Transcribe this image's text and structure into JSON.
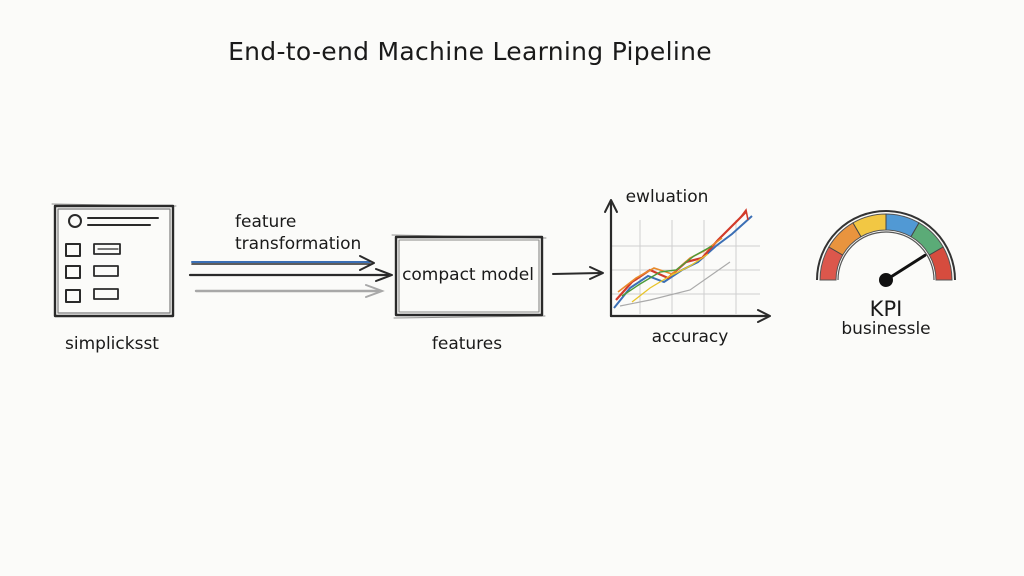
{
  "title": "End-to-end Machine Learning Pipeline",
  "stages": {
    "data": {
      "label": "simplicksst"
    },
    "transform": {
      "label_line1": "feature",
      "label_line2": "transformation"
    },
    "model": {
      "box_label": "compact model",
      "sub_label": "features"
    },
    "evaluation": {
      "top_label": "ewluation",
      "bottom_label": "accuracy"
    },
    "kpi": {
      "label": "KPI",
      "sub_label": "businessle"
    }
  },
  "colors": {
    "ink": "#1a1a1a",
    "pencil_gray": "#9a9a9a",
    "blue": "#3b6fb5",
    "red": "#d23a2a",
    "orange": "#e8892a",
    "yellow": "#e8c42a",
    "green": "#4a9a3a"
  },
  "gauge": {
    "level": 0.82,
    "segments": [
      "#d9463a",
      "#e8892a",
      "#f2c230",
      "#3f8fd0",
      "#4aa36a",
      "#d23a2a"
    ]
  }
}
